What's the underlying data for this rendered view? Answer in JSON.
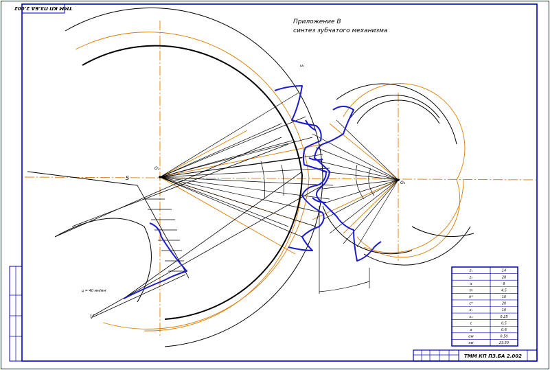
{
  "title_line1": "Приложение В",
  "title_line2": "синтез зубчатого механизма",
  "stamp_code": "ТММ КП ПЗ.БА 2.002",
  "stamp_code_rotated": "ТММ КП ПЗ.БА 2.002",
  "label_S": "S",
  "label_V": "V",
  "label_O1": "O₁",
  "label_O2": "O₂",
  "label_w1": "ω₁",
  "label_scale": "μ = 40 мм/мм",
  "colors": {
    "frame": "#0000c0",
    "tooth_profile": "#1a1ad0",
    "center_lines": "#d97b00",
    "construction": "#000000"
  },
  "params_table": [
    [
      "z₁",
      "14"
    ],
    [
      "z₂",
      "28"
    ],
    [
      "α",
      "9"
    ],
    [
      "m",
      "4.5"
    ],
    [
      "h*",
      "10"
    ],
    [
      "c*",
      "20"
    ],
    [
      "x₁",
      "10"
    ],
    [
      "x₂",
      "0.25"
    ],
    [
      "ε",
      "0.5"
    ],
    [
      "a",
      "0.6"
    ],
    [
      "αw",
      "0.50"
    ],
    [
      "aw",
      "23.50"
    ]
  ]
}
